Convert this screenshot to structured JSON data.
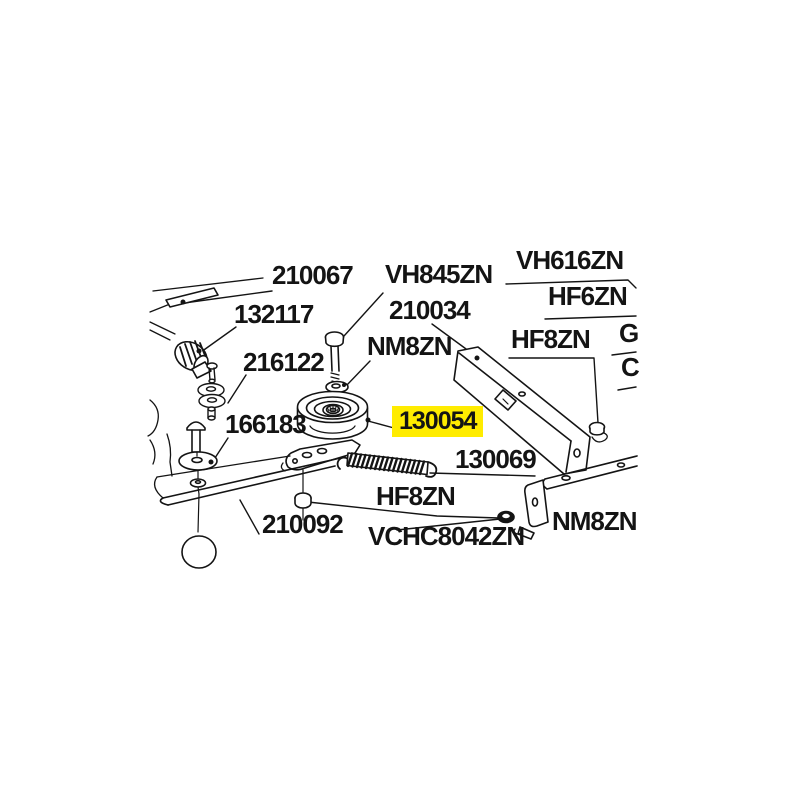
{
  "page": {
    "background": "#ffffff"
  },
  "diagram": {
    "type": "exploded-parts-diagram",
    "line_color": "#141414",
    "highlight": {
      "part": "130054",
      "color": "#ffec00"
    },
    "labels": {
      "part_210067": "210067",
      "part_vh845zn": "VH845ZN",
      "part_vh616zn": "VH616ZN",
      "part_hf6zn": "HF6ZN",
      "part_210034": "210034",
      "part_132117": "132117",
      "part_nm8zn_top": "NM8ZN",
      "part_hf8zn_right": "HF8ZN",
      "part_g_cut": "G",
      "part_216122": "216122",
      "part_c_cut": "C",
      "part_130054": "130054",
      "part_166183": "166183",
      "part_130069": "130069",
      "part_hf8zn_bottom": "HF8ZN",
      "part_nm8zn_bottom": "NM8ZN",
      "part_210092": "210092",
      "part_bottom_cut": "VCHC8042ZN"
    }
  }
}
